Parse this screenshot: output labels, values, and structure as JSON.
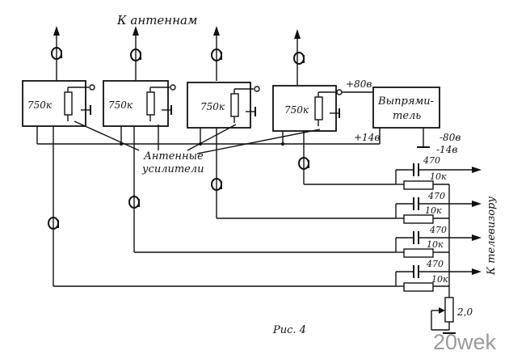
{
  "labels": {
    "to_antennas": "К антеннам",
    "antenna_amplifiers_line1": "Антенные",
    "antenna_amplifiers_line2": "усилители",
    "rectifier_line1": "Выпрями-",
    "rectifier_line2": "тель",
    "plus_80v": "+80в",
    "plus_14v": "+14в",
    "minus_80v": "-80в",
    "minus_14v": "-14в",
    "to_tv": "К телевизору",
    "figure_caption": "Рис. 4",
    "watermark": "20wek"
  },
  "amplifiers": [
    {
      "label": "750к"
    },
    {
      "label": "750к"
    },
    {
      "label": "750к"
    },
    {
      "label": "750к"
    }
  ],
  "outputs": [
    {
      "capacitor": "470",
      "resistor": "10к"
    },
    {
      "capacitor": "470",
      "resistor": "10к"
    },
    {
      "capacitor": "470",
      "resistor": "10к"
    },
    {
      "capacitor": "470",
      "resistor": "10к"
    }
  ],
  "potentiometer": "2,0"
}
